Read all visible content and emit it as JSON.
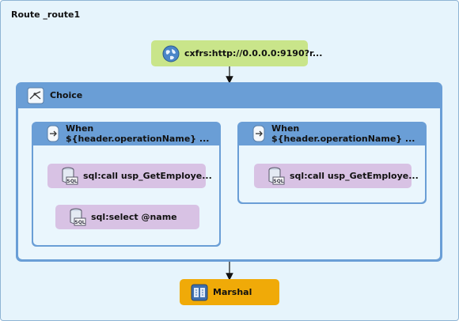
{
  "route": {
    "title": "Route _route1"
  },
  "from": {
    "label": "cxfrs:http://0.0.0.0:9190?r...",
    "icon": "globe-icon"
  },
  "choice": {
    "label": "Choice",
    "icon": "branch-icon"
  },
  "when_blocks": [
    {
      "label": "When ${header.operationName} ...",
      "icon": "when-icon",
      "steps": [
        {
          "label": "sql:call usp_GetEmploye...",
          "icon": "sql-database-icon"
        },
        {
          "label": "sql:select @name",
          "icon": "sql-database-icon"
        }
      ]
    },
    {
      "label": "When ${header.operationName} ...",
      "icon": "when-icon",
      "steps": [
        {
          "label": "sql:call usp_GetEmploye...",
          "icon": "sql-database-icon"
        }
      ]
    }
  ],
  "marshal": {
    "label": "Marshal",
    "icon": "marshal-icon"
  },
  "colors": {
    "route_bg": "#e6f4fc",
    "from_node": "#c9e58a",
    "container_header": "#6a9ed6",
    "sql_node": "#d8c2e4",
    "marshal_node": "#f0aa08"
  }
}
